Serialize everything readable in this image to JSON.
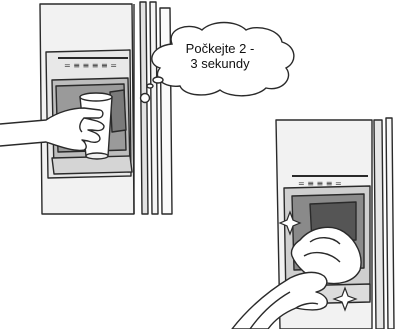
{
  "callout": {
    "line1": "Počkejte 2 -",
    "line2": "3 sekundy"
  },
  "colors": {
    "outline": "#2a2a2a",
    "door_fill": "#eeeeee",
    "recess_fill": "#bcbcbc",
    "dark_recess": "#6e6e6e",
    "skin": "#ffffff"
  },
  "icons": [
    "dispenser-illustration",
    "water-glass-icon",
    "hand-icon",
    "cleaning-cloth-icon",
    "sparkle-icon"
  ]
}
